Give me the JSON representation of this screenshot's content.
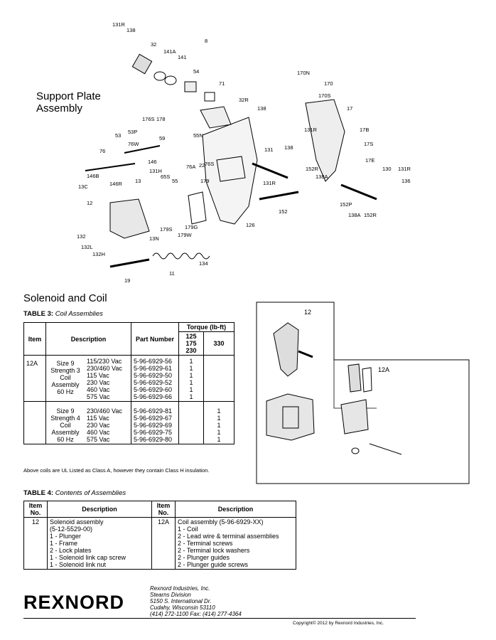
{
  "support_plate": {
    "title_line1": "Support Plate",
    "title_line2": "Assembly"
  },
  "exploded_callouts": [
    "131R",
    "138",
    "32",
    "141A",
    "141",
    "54",
    "71",
    "8",
    "32R",
    "138",
    "170N",
    "170",
    "170S",
    "17",
    "178",
    "176S",
    "53P",
    "53",
    "59",
    "76W",
    "76",
    "146",
    "55N",
    "76S",
    "76A",
    "22",
    "131",
    "138",
    "131R",
    "17B",
    "17S",
    "17E",
    "130",
    "131R",
    "136",
    "131H",
    "65S",
    "146B",
    "146R",
    "13",
    "55",
    "179",
    "152R",
    "138A",
    "13C",
    "131R",
    "152",
    "152P",
    "138A",
    "152R",
    "12",
    "126",
    "179S",
    "179G",
    "13N",
    "179W",
    "132",
    "132L",
    "132H",
    "11",
    "134",
    "19"
  ],
  "solenoid_section_title": "Solenoid and Coil",
  "table3": {
    "caption_bold": "TABLE 3:",
    "caption_italic": "Coil Assemblies",
    "headers": {
      "item": "Item",
      "description": "Description",
      "part_number": "Part Number",
      "torque": "Torque (lb-ft)",
      "torque_col1": [
        "125",
        "175",
        "230"
      ],
      "torque_col2": "330"
    },
    "groups": [
      {
        "item": "12A",
        "desc_lines": [
          "Size 9",
          "Strength 3",
          "Coil",
          "Assembly",
          "60 Hz"
        ],
        "voltages": [
          "115/230 Vac",
          "230/460 Vac",
          "115 Vac",
          "230 Vac",
          "460 Vac",
          "575 Vac"
        ],
        "parts": [
          "5-96-6929-56",
          "5-96-6929-61",
          "5-96-6929-50",
          "5-96-6929-52",
          "5-96-6929-60",
          "5-96-6929-66"
        ],
        "t1": [
          "1",
          "1",
          "1",
          "1",
          "1",
          "1"
        ],
        "t2": []
      },
      {
        "item": "",
        "desc_lines": [
          "Size 9",
          "Strength 4",
          "Coil",
          "Assembly",
          "60 Hz"
        ],
        "voltages": [
          "230/460 Vac",
          "115 Vac",
          "230 Vac",
          "460 Vac",
          "575 Vac"
        ],
        "parts": [
          "5-96-6929-81",
          "5-96-6929-67",
          "5-96-6929-69",
          "5-96-6929-75",
          "5-96-6929-80"
        ],
        "t1": [],
        "t2": [
          "1",
          "1",
          "1",
          "1",
          "1"
        ]
      }
    ],
    "note": "Above coils are UL Listed as Class A, however they contain Class H insulation."
  },
  "coil_figure": {
    "label_12": "12",
    "label_12a": "12A"
  },
  "table4": {
    "caption_bold": "TABLE 4:",
    "caption_italic": "Contents of Assemblies",
    "headers": {
      "item_no": [
        "Item",
        "No."
      ],
      "description": "Description"
    },
    "left": {
      "item": "12",
      "lines": [
        "Solenoid assembly",
        "(5-12-5529-00)",
        "1 - Plunger",
        "1 - Frame",
        "2 - Lock plates",
        "1 - Solenoid link cap screw",
        "1 - Solenoid link nut"
      ]
    },
    "right": {
      "item": "12A",
      "lines": [
        "Coil assembly (5-96-6929-XX)",
        "1 - Coil",
        "2 - Lead wire & terminal assemblies",
        "2 - Terminal screws",
        "2 - Terminal lock washers",
        "2 - Plunger guides",
        "2 - Plunger guide screws"
      ]
    }
  },
  "footer": {
    "logo_text": "REXNORD",
    "address_lines": [
      "Rexnord Industries, Inc.",
      "Stearns Division",
      "5150 S. International Dr.",
      "Cudahy, Wisconsin 53110",
      "(414) 272-1100   Fax: (414) 277-4364"
    ],
    "copyright": "Copyright© 2012 by Rexnord Industries, Inc."
  }
}
